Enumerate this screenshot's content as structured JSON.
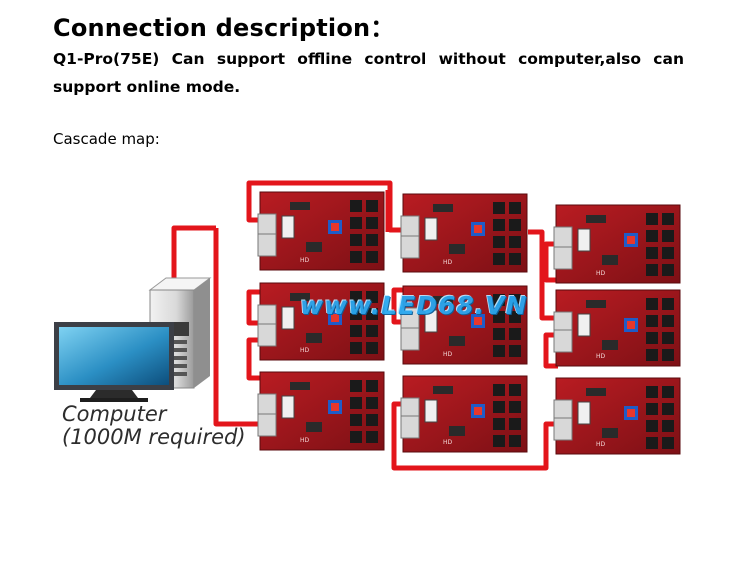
{
  "heading": {
    "title": "Connection description：",
    "description": "Q1-Pro(75E) Can support offline control without computer,also can support online mode."
  },
  "cascade": {
    "label": "Cascade map:",
    "computer_caption_line1": "Computer",
    "computer_caption_line2": "(1000M required)",
    "watermark": "www.LED68.VN",
    "cable_color": "#e3151b",
    "board_color": "#a3151b",
    "cards": [
      {
        "column": 1,
        "row": 1,
        "label": "HD"
      },
      {
        "column": 1,
        "row": 2,
        "label": "HD"
      },
      {
        "column": 1,
        "row": 3,
        "label": "HD"
      },
      {
        "column": 2,
        "row": 1,
        "label": "HD"
      },
      {
        "column": 2,
        "row": 2,
        "label": "HD"
      },
      {
        "column": 2,
        "row": 3,
        "label": "HD"
      },
      {
        "column": 3,
        "row": 1,
        "label": "HD"
      },
      {
        "column": 3,
        "row": 2,
        "label": "HD"
      },
      {
        "column": 3,
        "row": 3,
        "label": "HD"
      }
    ]
  }
}
